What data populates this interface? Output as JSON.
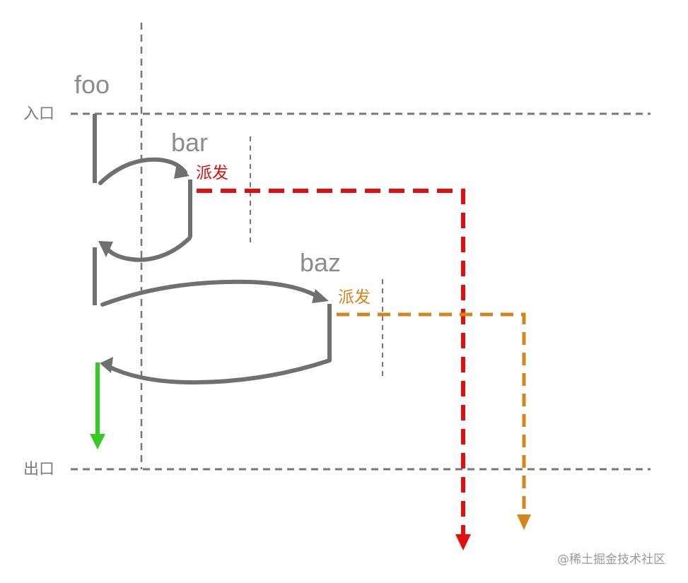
{
  "labels": {
    "entry": "入口",
    "exit": "出口",
    "foo": "foo",
    "bar": "bar",
    "baz": "baz",
    "dispatch_bar": "派发",
    "dispatch_baz": "派发"
  },
  "watermark": "@稀土掘金技术社区",
  "colors": {
    "gray_line": "#707070",
    "dashed_gray": "#777777",
    "dispatch_bar": "#e01010",
    "dispatch_baz": "#d4851c",
    "return_arrow": "#33cc22"
  }
}
